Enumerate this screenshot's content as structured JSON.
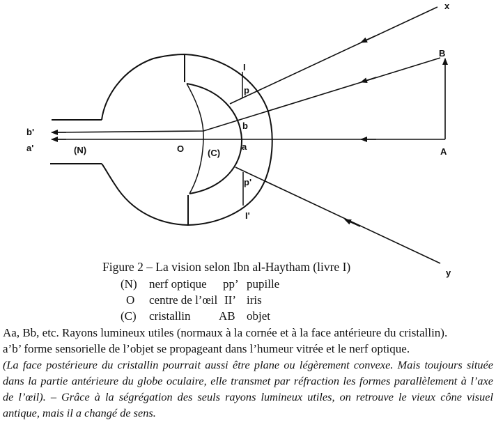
{
  "diagram": {
    "labels": {
      "x": "x",
      "B": "B",
      "b_prime": "b'",
      "a_prime": "a'",
      "N": "(N)",
      "O": "O",
      "C": "(C)",
      "a": "a",
      "b": "b",
      "A": "A",
      "I": "I",
      "p": "p",
      "p_prime": "p'",
      "I_prime": "I'",
      "y": "y"
    }
  },
  "caption": {
    "title": "Figure 2 – La vision selon Ibn al-Haytham (livre I)",
    "legend": [
      {
        "sym1": "(N)",
        "desc1": "nerf optique",
        "sym2": "pp’",
        "desc2": "pupille"
      },
      {
        "sym1": "O",
        "desc1": "centre de l’œil",
        "sym2": "II’",
        "desc2": "iris"
      },
      {
        "sym1": "(C)",
        "desc1": "cristallin",
        "sym2": "AB",
        "desc2": "objet"
      }
    ],
    "lines": [
      "Aa, Bb, etc. Rayons lumineux utiles (normaux à la cornée et à la face antérieure du cristallin).",
      "a’b’ forme sensorielle de l’objet se propageant dans l’humeur vitrée et le nerf optique."
    ],
    "italic_lines": [
      "(La face postérieure du cristallin pourrait aussi être plane ou légèrement convexe. Mais toujours située",
      "dans la partie antérieure du globe oculaire, elle transmet par réfraction les formes parallèlement à l’axe",
      "de l’œil). – Grâce à la ségrégation des seuls rayons lumineux utiles, on retrouve le vieux cône visuel",
      "antique, mais il a changé de sens."
    ]
  }
}
